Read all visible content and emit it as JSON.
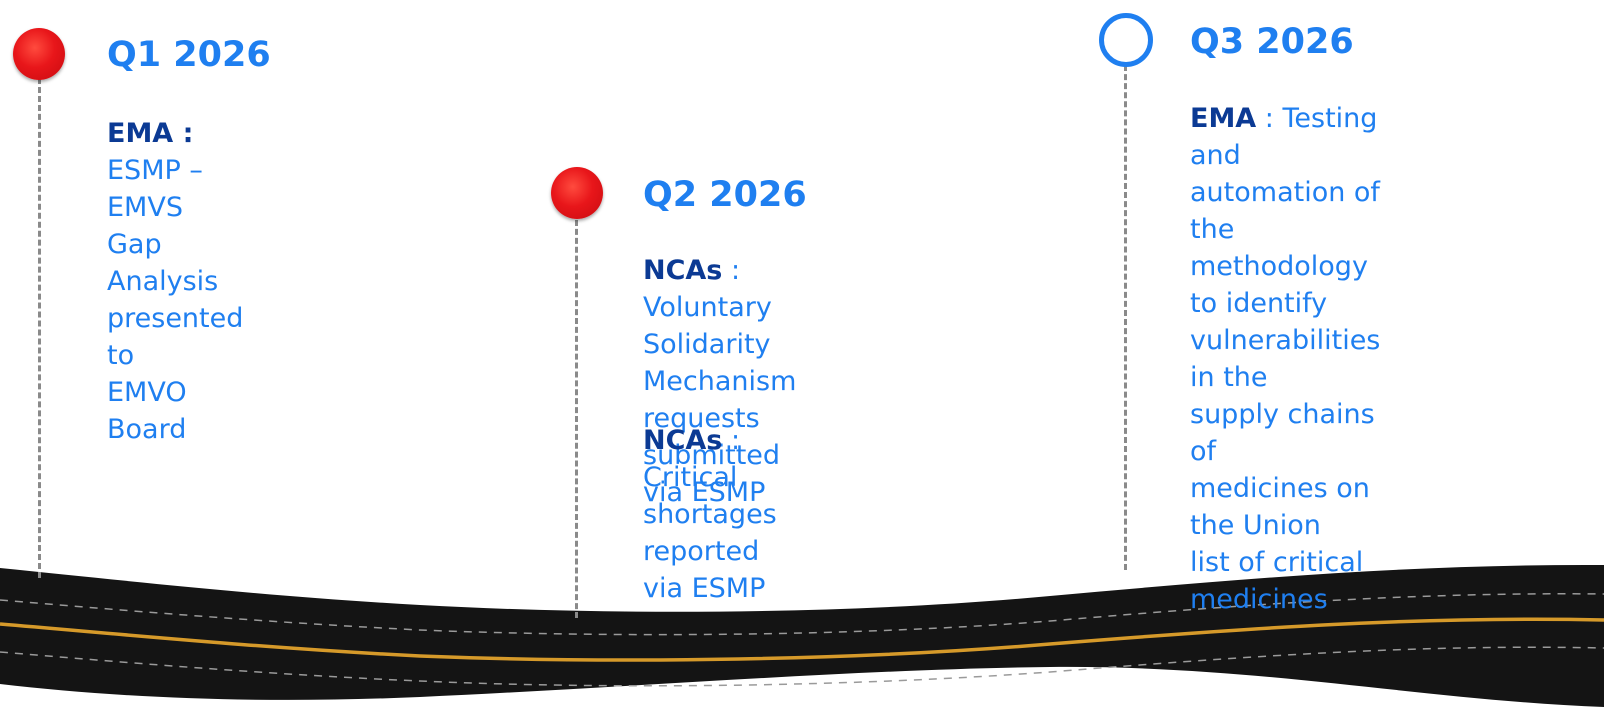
{
  "milestones": [
    {
      "quarter": "Q1 2026",
      "status": "completed",
      "entries": [
        {
          "actor": "EMA :",
          "lines": [
            " ESMP – EMVS Gap",
            "Analysis presented to",
            "EMVO Board"
          ]
        }
      ]
    },
    {
      "quarter": "Q2 2026",
      "status": "completed",
      "entries": [
        {
          "actor": "NCAs",
          "lines": [
            " : Voluntary Solidarity",
            "Mechanism requests",
            "submitted via ESMP"
          ]
        },
        {
          "actor": "NCAs",
          "lines": [
            " : Critical shortages",
            "reported via ESMP"
          ]
        }
      ]
    },
    {
      "quarter": "Q3 2026",
      "status": "upcoming",
      "entries": [
        {
          "actor": "EMA",
          "lines": [
            " : Testing and",
            "automation of the",
            "methodology to identify",
            "vulnerabilities in the",
            "supply chains of",
            "medicines on the Union",
            "list of critical medicines"
          ]
        }
      ]
    }
  ],
  "colors": {
    "quarter_text": "#1f7ff0",
    "actor_text": "#0b3a94",
    "completed_marker": "#e8161a",
    "upcoming_marker": "#1f7ff0",
    "road": "#141414",
    "road_centre_line": "#d69a2a",
    "stem": "#8a8a8a"
  }
}
